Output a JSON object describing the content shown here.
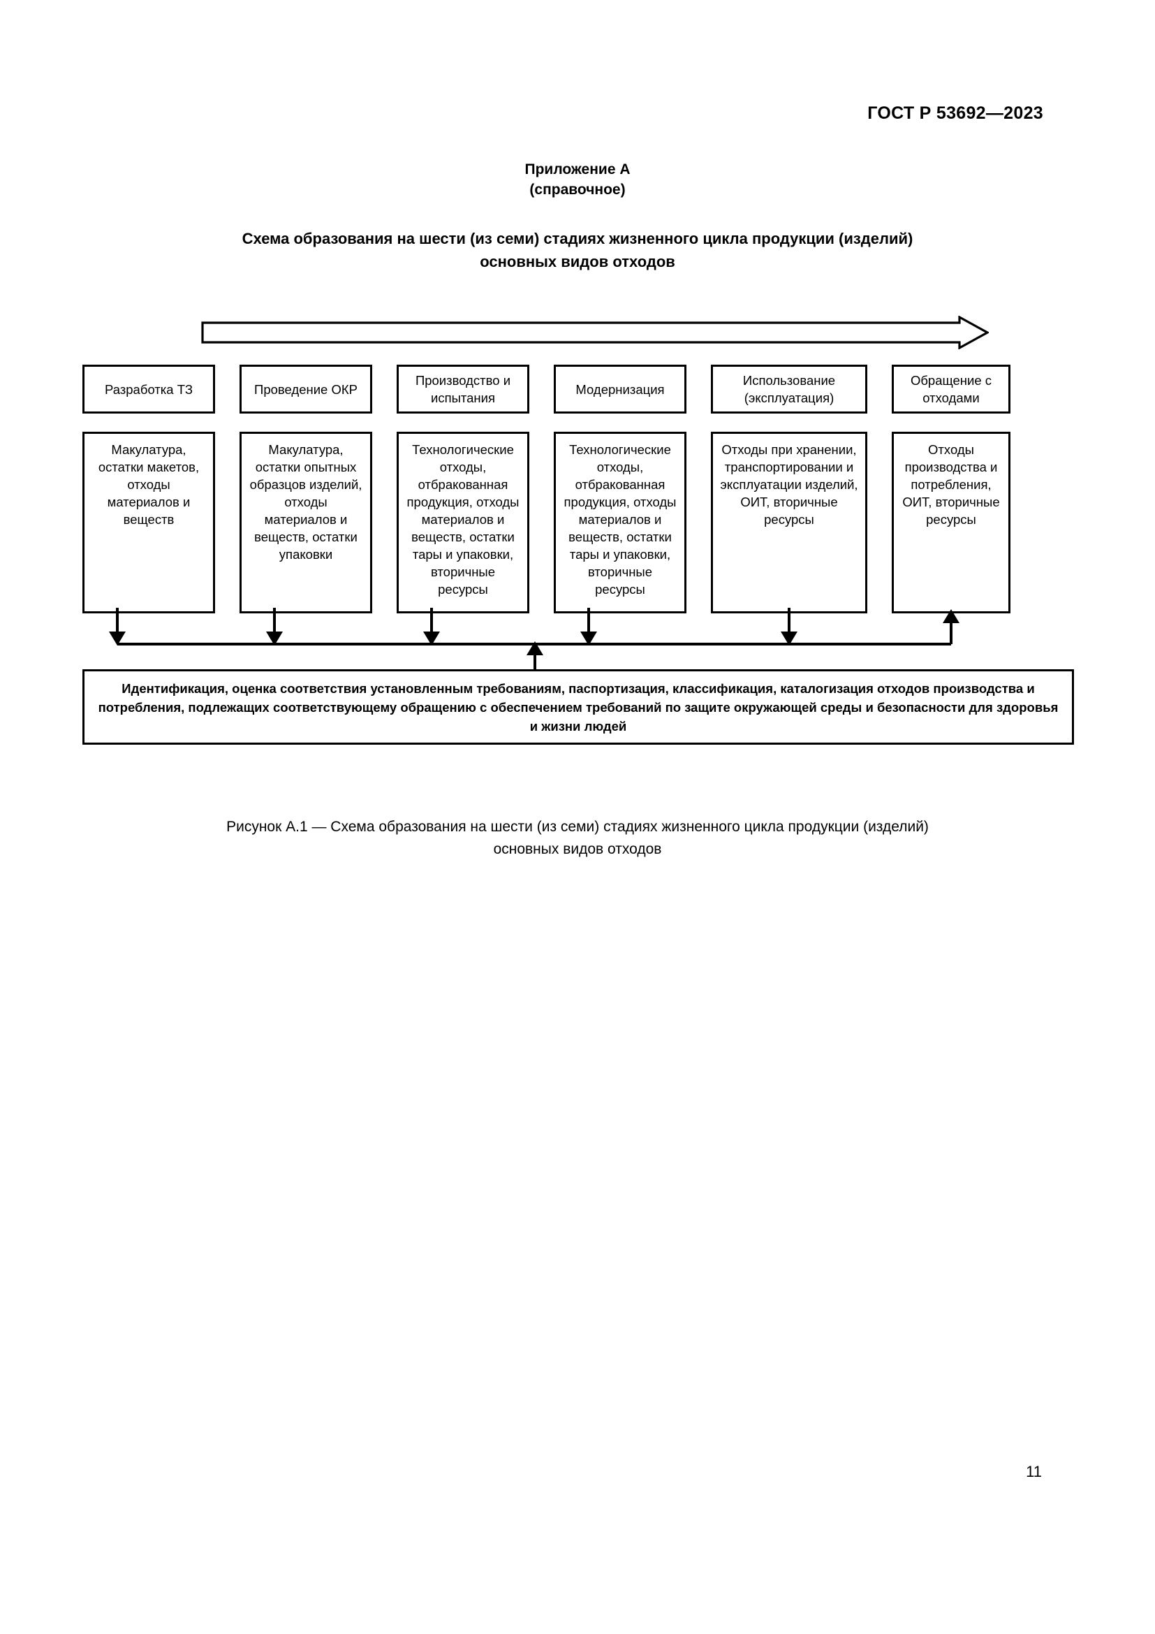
{
  "header": {
    "standard_code": "ГОСТ Р 53692—2023"
  },
  "appendix": {
    "title": "Приложение А",
    "subtitle": "(справочное)"
  },
  "figure_title": {
    "line1": "Схема образования на шести (из семи) стадиях жизненного цикла продукции (изделий)",
    "line2": "основных видов отходов"
  },
  "diagram": {
    "stages": [
      {
        "label": "Разработка ТЗ"
      },
      {
        "label": "Проведение ОКР"
      },
      {
        "label": "Производство и испытания"
      },
      {
        "label": "Модернизация"
      },
      {
        "label": "Использование (эксплуатация)"
      },
      {
        "label": "Обращение с отходами"
      }
    ],
    "wastes": [
      {
        "text": "Макулатура, остатки макетов, отходы материалов и веществ"
      },
      {
        "text": "Макулатура, остатки опытных образцов изделий, отходы материалов и веществ, остатки упаковки"
      },
      {
        "text": "Технологические отходы, отбракованная продукция, отходы материалов и веществ, остатки тары и упаковки, вторичные ресурсы"
      },
      {
        "text": "Технологические отходы, отбракованная продукция, отходы материалов и веществ, остатки тары и упаковки, вторичные ресурсы"
      },
      {
        "text": "Отходы при хранении, транспортировании и эксплуатации изделий, ОИТ, вторичные ресурсы"
      },
      {
        "text": "Отходы производства и потребления, ОИТ, вторичные ресурсы"
      }
    ],
    "summary": "Идентификация, оценка соответствия установленным требованиям, паспортизация, классификация, каталогизация отходов производства и потребления, подлежащих соответствующему обращению с обеспечением требований по защите окружающей среды и безопасности для здоровья и жизни людей",
    "flow_arrow": "lifecycle-direction-arrow"
  },
  "caption": {
    "line1": "Рисунок А.1 — Схема образования на шести (из семи) стадиях жизненного цикла продукции (изделий)",
    "line2": "основных видов отходов"
  },
  "page": {
    "number": "11"
  }
}
